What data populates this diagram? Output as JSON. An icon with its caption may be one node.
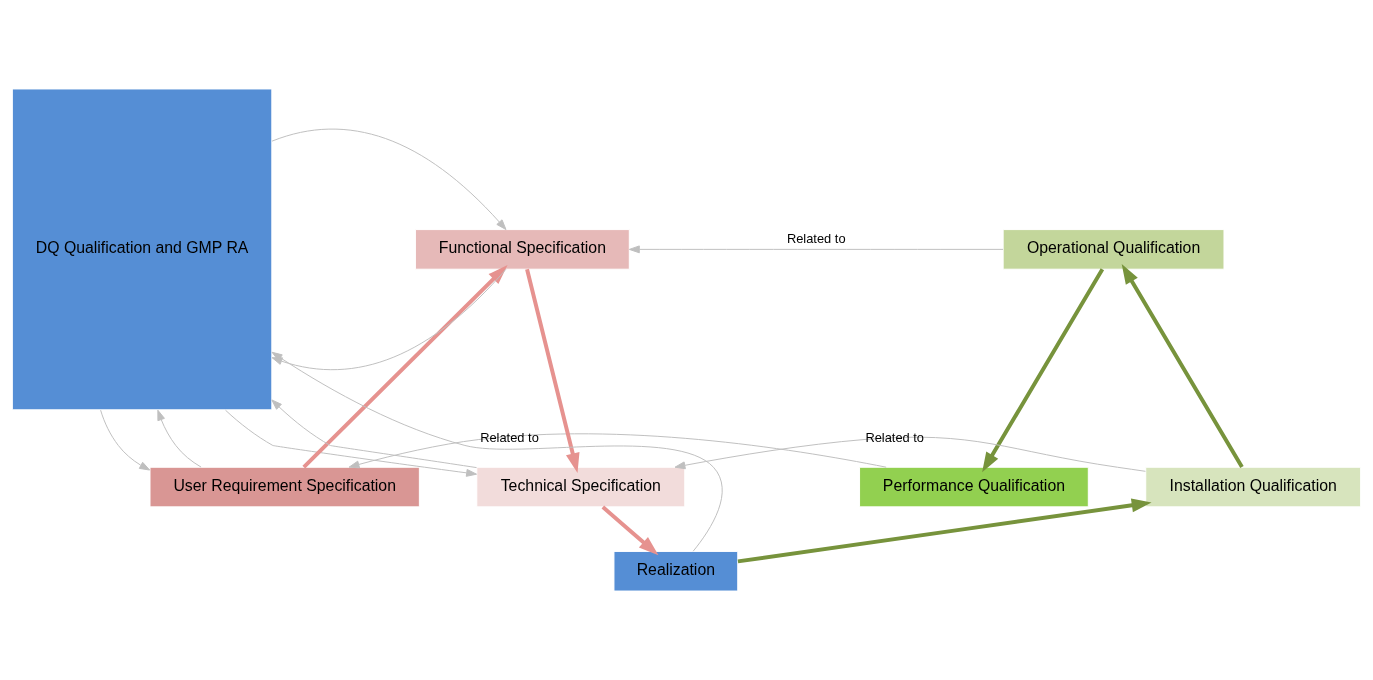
{
  "diagram": {
    "nodes": [
      {
        "text": [
          "DQ Qualification and GMP RA"
        ]
      },
      {
        "text": [
          "User Requirement Specification"
        ]
      },
      {
        "text": [
          "Performance Qualification"
        ]
      },
      {
        "text": [
          "Functional Specification"
        ]
      },
      {
        "text": [
          "Operational Qualification"
        ]
      },
      {
        "text": [
          "Technical Specification"
        ]
      },
      {
        "text": [
          "Installation Qualification"
        ]
      },
      {
        "text": [
          "Realization"
        ]
      }
    ],
    "edges": [
      {
        "from": 1,
        "to": 0,
        "arrow": "to"
      },
      {
        "from": 0,
        "to": 1,
        "arrow": "to"
      },
      {
        "from": 3,
        "to": 0,
        "arrow": "to"
      },
      {
        "from": 0,
        "to": 3,
        "arrow": "to"
      },
      {
        "from": 5,
        "to": 0,
        "arrow": "to"
      },
      {
        "from": 0,
        "to": 5,
        "arrow": "to"
      },
      {
        "from": 7,
        "to": 0,
        "arrow": "to"
      },
      {
        "from": 1,
        "to": 3,
        "arrow": "to",
        "style": "thick",
        "color": "#e6928f"
      },
      {
        "from": 3,
        "to": 5,
        "arrow": "to",
        "style": "thick",
        "color": "#e6928f"
      },
      {
        "from": 5,
        "to": 7,
        "arrow": "to",
        "style": "thick",
        "color": "#e6928f"
      },
      {
        "from": 7,
        "to": 6,
        "arrow": "to",
        "style": "thick",
        "color": "#77933c"
      },
      {
        "from": 6,
        "to": 4,
        "arrow": "to",
        "style": "thick",
        "color": "#77933c"
      },
      {
        "from": 4,
        "to": 2,
        "arrow": "to",
        "style": "thick",
        "color": "#77933c"
      },
      {
        "from": 2,
        "to": 1,
        "arrow": "to",
        "label": "Related to"
      },
      {
        "from": 4,
        "to": 3,
        "arrow": "to",
        "label": "Related to"
      },
      {
        "from": 6,
        "to": 5,
        "arrow": "to",
        "label": "Related to"
      }
    ]
  }
}
